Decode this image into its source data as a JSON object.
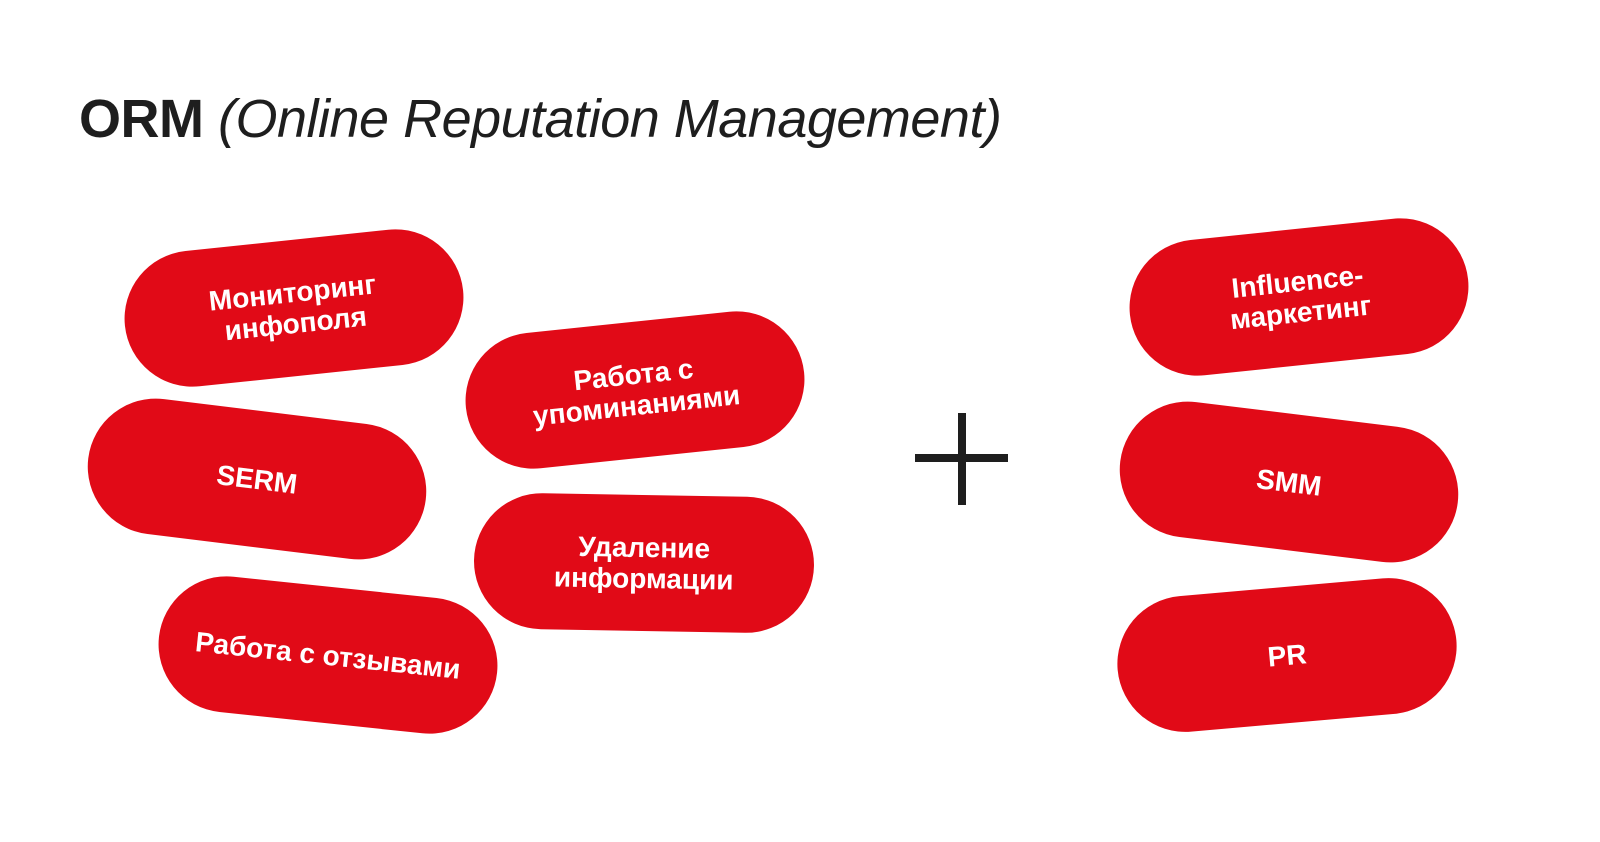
{
  "title": {
    "bold": "ORM",
    "italic": "(Online Reputation Management)"
  },
  "orm_items": [
    {
      "label": "Мониторинг инфополя"
    },
    {
      "label": "SERM"
    },
    {
      "label": "Работа с отзывами"
    },
    {
      "label": "Работа с упоминаниями"
    },
    {
      "label": "Удаление информации"
    }
  ],
  "plus_items": [
    {
      "label": "Influence-маркетинг"
    },
    {
      "label": "SMM"
    },
    {
      "label": "PR"
    }
  ],
  "colors": {
    "accent": "#e10a17",
    "text": "#1e1e1e"
  }
}
